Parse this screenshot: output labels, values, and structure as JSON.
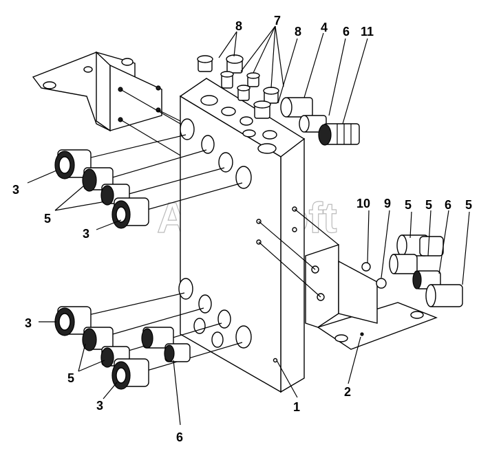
{
  "watermark": "AutoSoft",
  "labels": {
    "l1": "1",
    "l2": "2",
    "l3a": "3",
    "l3b": "3",
    "l3c": "3",
    "l3d": "3",
    "l4": "4",
    "l5a": "5",
    "l5b": "5",
    "l5c": "5",
    "l5d": "5",
    "l5e": "5",
    "l6a": "6",
    "l6b": "6",
    "l6c": "6",
    "l7": "7",
    "l8a": "8",
    "l8b": "8",
    "l9": "9",
    "l10": "10",
    "l11": "11"
  }
}
